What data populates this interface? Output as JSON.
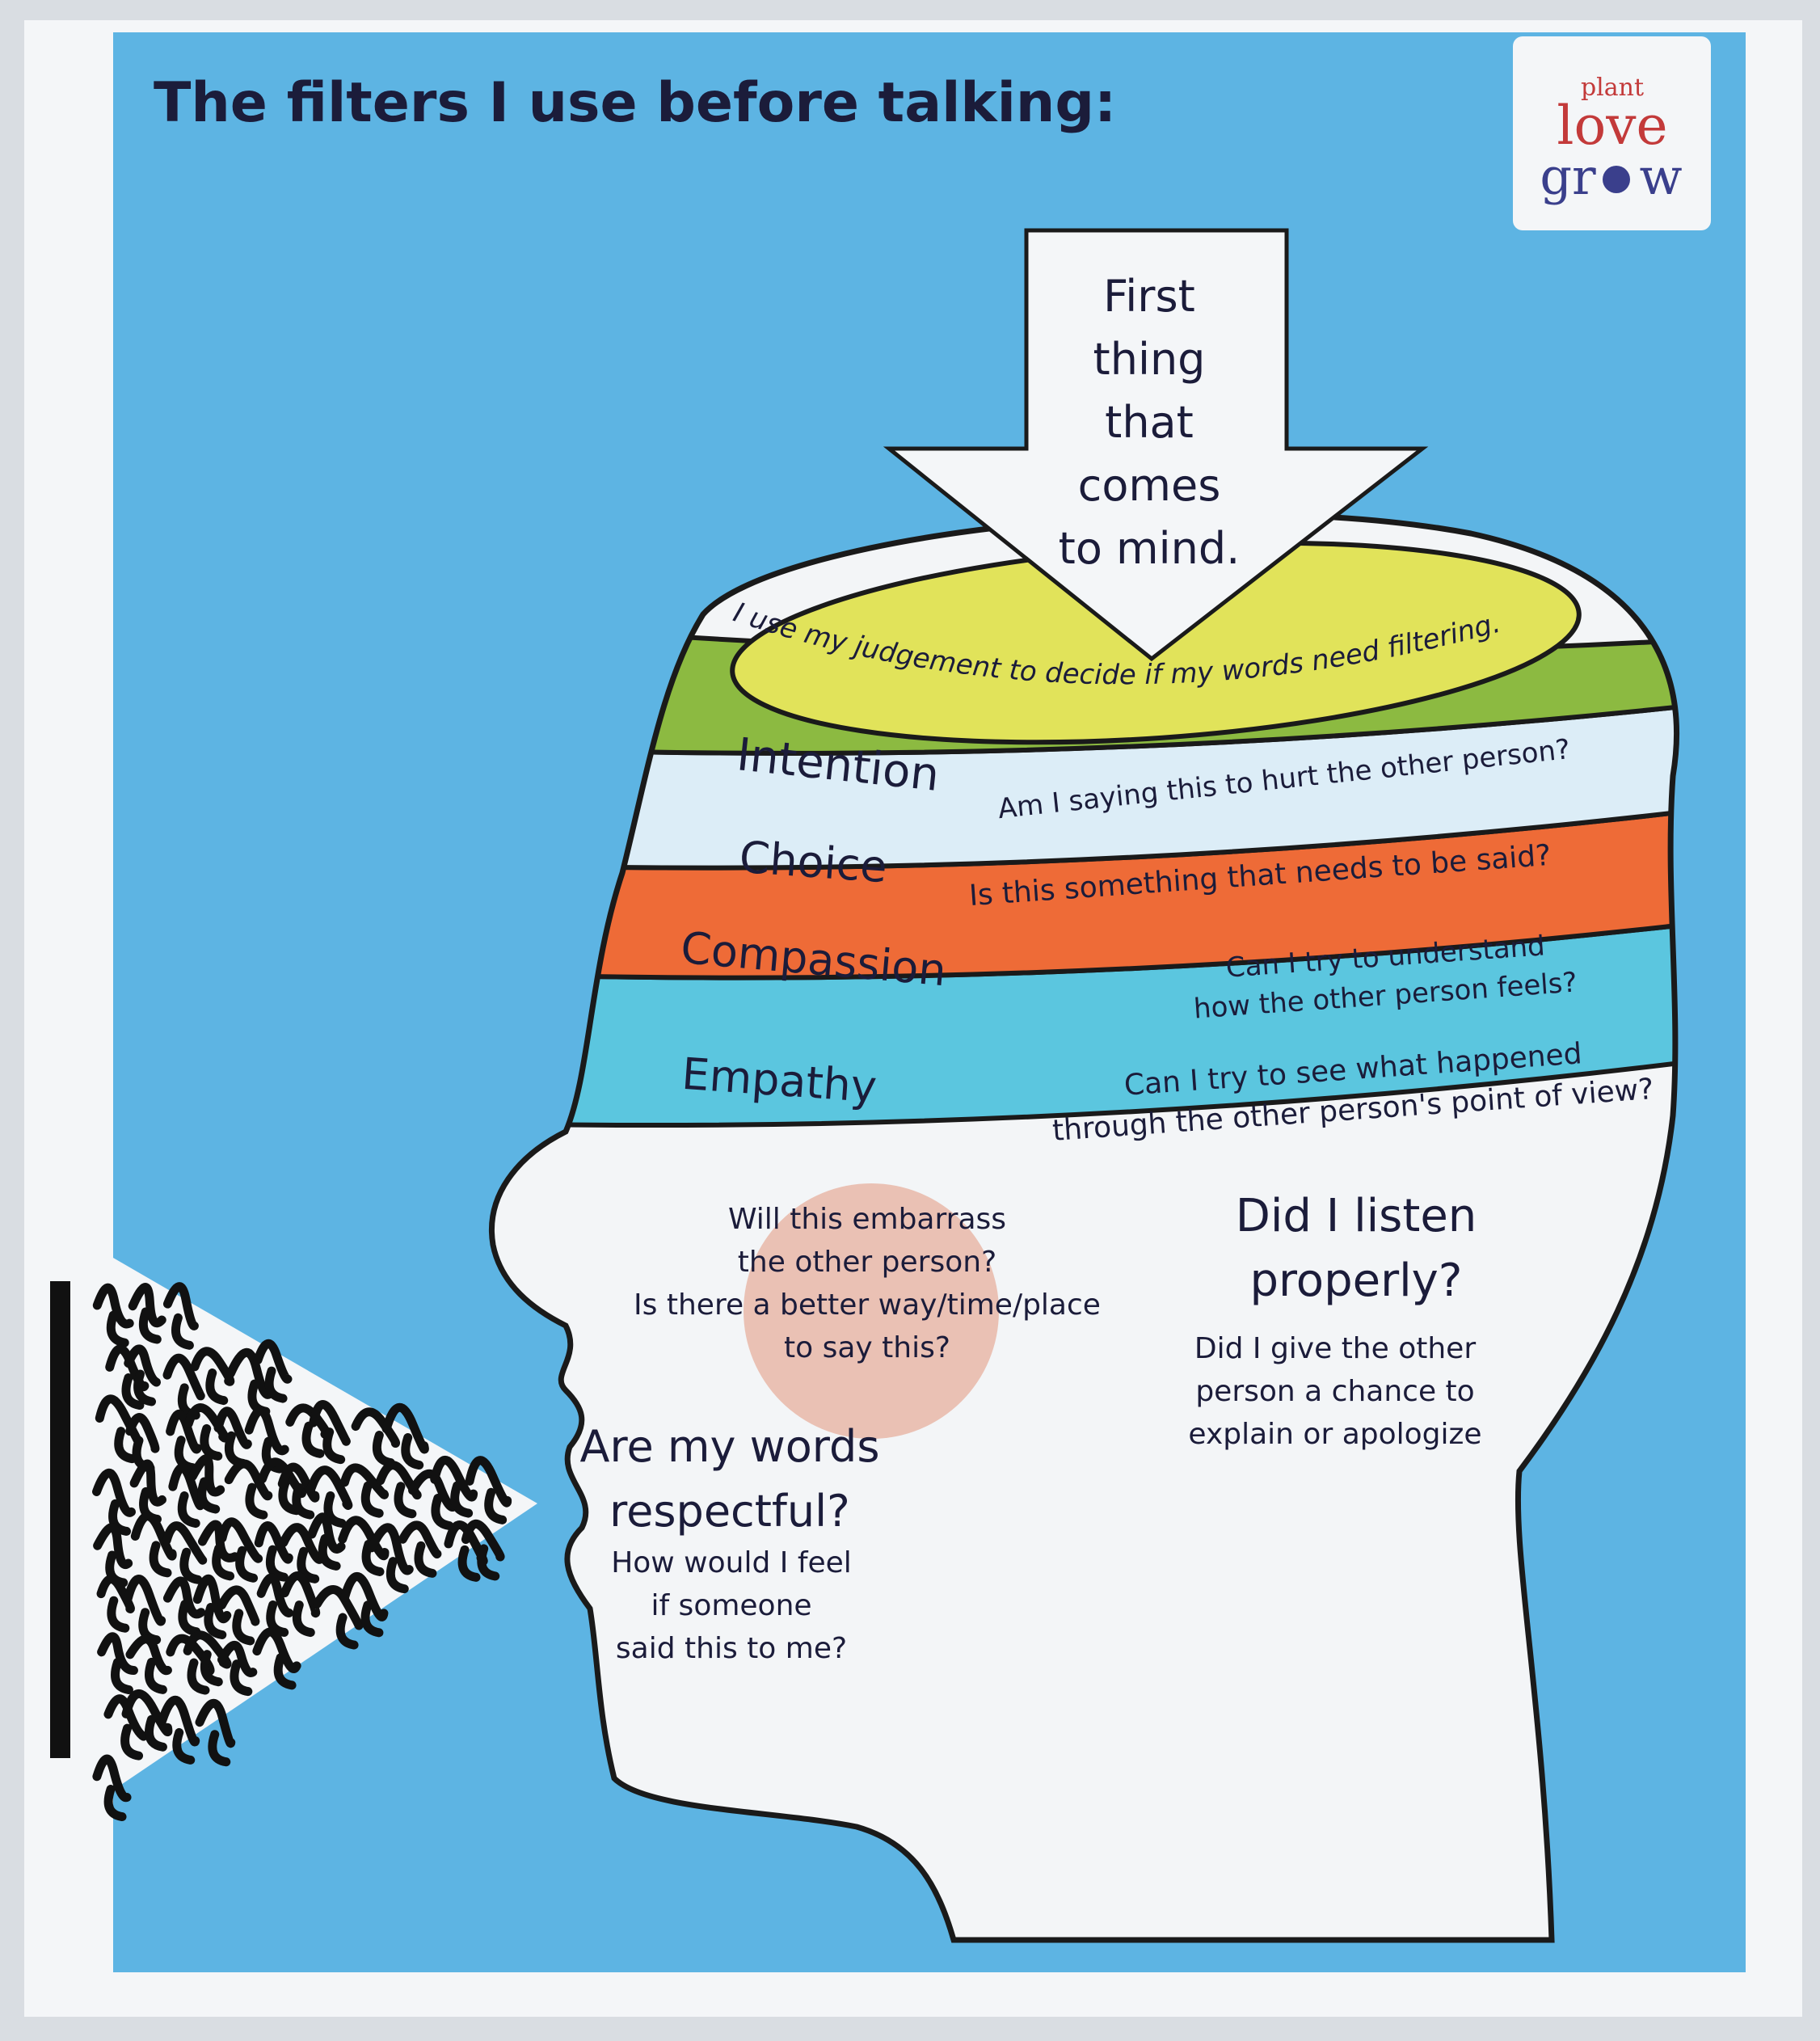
{
  "title": "The filters I use before talking:",
  "logo": {
    "line1": "plant",
    "line2": "love",
    "line3a": "gr",
    "line3b": "w"
  },
  "arrow": {
    "lines": [
      "First",
      "thing",
      "that",
      "comes",
      "to mind."
    ]
  },
  "filters": {
    "judgement": "I use my judgement to decide if my words need filtering.",
    "bands": [
      {
        "name": "Intention",
        "question_lines": [
          "Am I saying this to hurt the other person?"
        ]
      },
      {
        "name": "Choice",
        "question_lines": [
          "Is this something that needs to be said?"
        ]
      },
      {
        "name": "Compassion",
        "question_lines": [
          "Can I try to understand",
          "how the other person feels?"
        ]
      },
      {
        "name": "Empathy",
        "question_lines": [
          "Can I try to see what happened",
          "through the other person's point of view?"
        ]
      }
    ]
  },
  "questions": {
    "embarrass_lines": [
      "Will this embarrass",
      "the other person?",
      "Is there a better way/time/place",
      "to say this?"
    ],
    "listen_heading_lines": [
      "Did I listen",
      "properly?"
    ],
    "listen_lines": [
      "Did I give the other",
      "person a chance to",
      "explain or apologize"
    ],
    "respect_heading_lines": [
      "Are my words",
      "respectful?"
    ],
    "respect_lines": [
      "How would I feel",
      "if someone",
      "said this to me?"
    ]
  },
  "colors": {
    "background": "#5db4e3",
    "frame": "#f4f6f8",
    "judgement": "#e1e35a",
    "intention": "#8cba41",
    "choice": "#dcedf7",
    "compassion": "#ee6b37",
    "empathy": "#5bc6df",
    "head": "#f3f5f7",
    "text": "#1b1c3a",
    "logo_love": "#c33a3a",
    "logo_grow": "#3a3f8c"
  }
}
